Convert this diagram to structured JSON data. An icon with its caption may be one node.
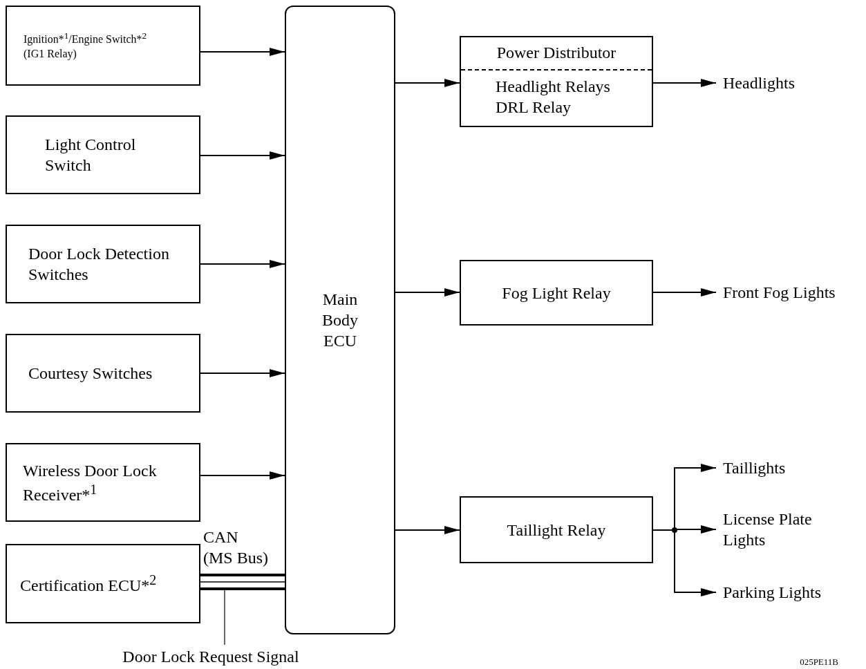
{
  "diagram": {
    "nodes": [
      {
        "text": [
          "Ignition*$^{1}$/Engine Switch*$^{2}$",
          "(IG1 Relay)"
        ]
      },
      {
        "text": [
          "Light Control Switch"
        ]
      },
      {
        "text": [
          "Door Lock Detection Switches"
        ]
      },
      {
        "text": [
          "Courtesy Switches"
        ]
      },
      {
        "text": [
          "Wireless Door Lock Receiver*$^{1}$"
        ]
      },
      {
        "text": [
          "Certification ECU*$^{2}$"
        ]
      },
      {
        "text": [
          "Main Body ECU"
        ]
      },
      {
        "text": [
          "Power Distributor",
          "Headlight Relays DRL Relay"
        ]
      },
      {
        "text": [
          "Fog Light Relay"
        ]
      },
      {
        "text": [
          "Taillight Relay"
        ]
      },
      {
        "text": [
          "Headlights"
        ]
      },
      {
        "text": [
          "Front Fog Lights"
        ]
      },
      {
        "text": [
          "Taillights"
        ]
      },
      {
        "text": [
          "License Plate Lights"
        ]
      },
      {
        "text": [
          "Parking Lights"
        ]
      },
      {
        "text": [
          "Door Lock Request Signal"
        ]
      }
    ],
    "edges": [
      {
        "from": 0,
        "to": 6,
        "arrow": "to"
      },
      {
        "from": 1,
        "to": 6,
        "arrow": "to"
      },
      {
        "from": 2,
        "to": 6,
        "arrow": "to"
      },
      {
        "from": 3,
        "to": 6,
        "arrow": "to"
      },
      {
        "from": 4,
        "to": 6,
        "arrow": "to"
      },
      {
        "from": 5,
        "to": 6,
        "arrow": "none",
        "label": "CAN (MS Bus)",
        "style": "thick"
      },
      {
        "from": 5,
        "to": 6,
        "arrow": "none"
      },
      {
        "from": 5,
        "to": 6,
        "arrow": "none",
        "style": "thick"
      },
      {
        "from": 6,
        "to": 7,
        "arrow": "to"
      },
      {
        "from": 6,
        "to": 8,
        "arrow": "to"
      },
      {
        "from": 6,
        "to": 9,
        "arrow": "to"
      },
      {
        "from": 7,
        "to": 10,
        "arrow": "to"
      },
      {
        "from": 8,
        "to": 11,
        "arrow": "to"
      },
      {
        "from": 9,
        "to": 12,
        "arrow": "to"
      },
      {
        "from": 9,
        "to": 13,
        "arrow": "to"
      },
      {
        "from": 9,
        "to": 14,
        "arrow": "to"
      },
      {
        "from": 15,
        "to": null,
        "arrow": "none"
      }
    ],
    "labels": [
      "025PE11B"
    ]
  }
}
